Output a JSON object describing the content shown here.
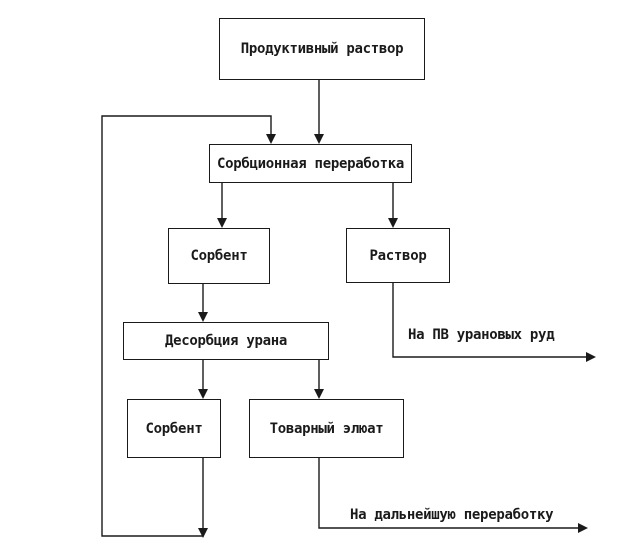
{
  "nodes": {
    "productive_solution": "Продуктивный раствор",
    "sorption_processing": "Сорбционная переработка",
    "sorbent_1": "Сорбент",
    "solution": "Раствор",
    "uranium_desorption": "Десорбция урана",
    "sorbent_2": "Сорбент",
    "commercial_eluate": "Товарный элюат"
  },
  "outputs": {
    "to_ore_leaching": "На ПВ урановых руд",
    "to_further_processing": "На дальнейшую переработку"
  }
}
